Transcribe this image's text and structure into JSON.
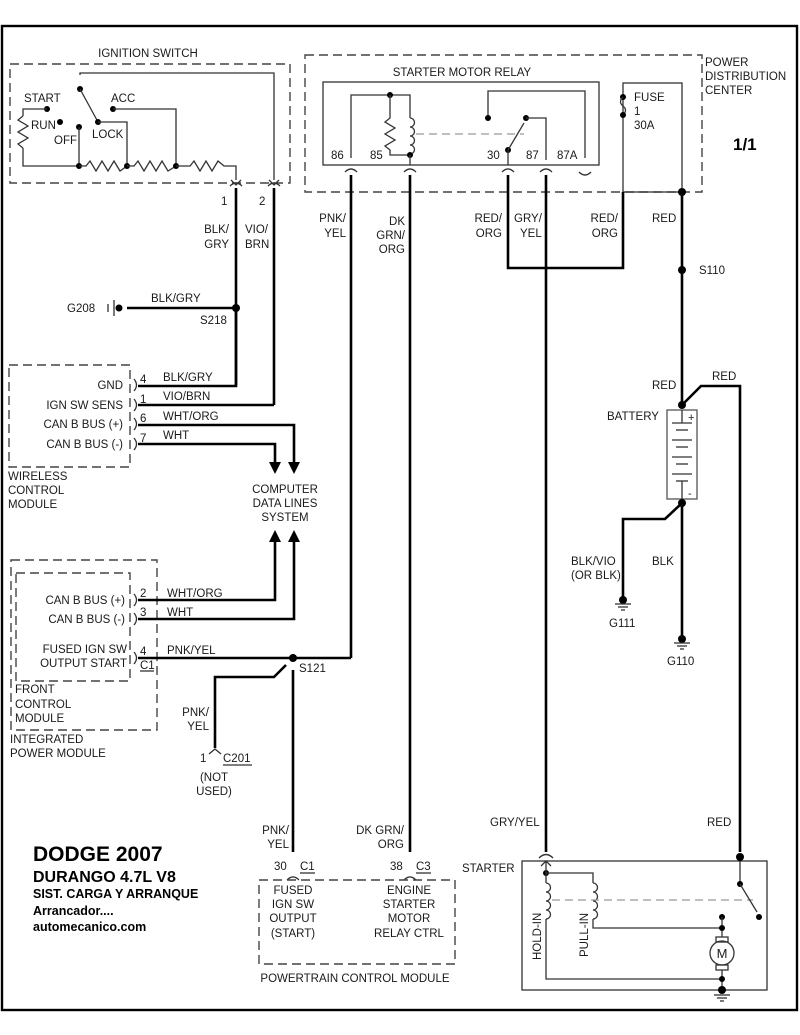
{
  "sheet": {
    "page": "1/1"
  },
  "title_block": {
    "make_year": "DODGE 2007",
    "model": "DURANGO  4.7L  V8",
    "system": "SIST. CARGA Y ARRANQUE",
    "subsystem": "Arrancador....",
    "website": "automecanico.com"
  },
  "ignition_switch": {
    "title": "IGNITION SWITCH",
    "positions": [
      "START",
      "RUN",
      "OFF",
      "LOCK",
      "ACC"
    ],
    "pins": [
      "1",
      "2"
    ]
  },
  "pdc": {
    "title_lines": [
      "POWER",
      "DISTRIBUTION",
      "CENTER"
    ],
    "relay_title": "STARTER MOTOR RELAY",
    "relay_pins": [
      "86",
      "85",
      "30",
      "87",
      "87A"
    ],
    "fuse": [
      "FUSE",
      "1",
      "30A"
    ]
  },
  "wires": {
    "ign1": [
      "BLK/",
      "GRY"
    ],
    "ign2": [
      "VIO/",
      "BRN"
    ],
    "g208_wire": "BLK/GRY",
    "pin86": [
      "PNK/",
      "YEL"
    ],
    "pin85": [
      "DK",
      "GRN/",
      "ORG"
    ],
    "pin30": [
      "RED/",
      "ORG"
    ],
    "pin87": [
      "GRY/",
      "YEL"
    ],
    "fuse_out": [
      "RED/",
      "ORG"
    ],
    "pdc_red": "RED",
    "batt_red_in": "RED",
    "batt_red_out": "RED",
    "batt_neg_g111": [
      "BLK/VIO",
      "(OR BLK)"
    ],
    "batt_neg_g110": "BLK",
    "ifm_pnkyel": [
      "PNK/",
      "YEL"
    ],
    "pcm_c1": [
      "PNK/",
      "YEL"
    ],
    "pcm_c3": [
      "DK GRN/",
      "ORG"
    ],
    "starter_gryyel": "GRY/YEL",
    "starter_red": "RED"
  },
  "grounds": {
    "g208": "G208",
    "g111": "G111",
    "g110": "G110"
  },
  "splices": {
    "s218": "S218",
    "s110": "S110",
    "s121": "S121"
  },
  "wcm": {
    "title_lines": [
      "WIRELESS",
      "CONTROL",
      "MODULE"
    ],
    "rows": [
      {
        "label": "GND",
        "pin": "4",
        "wire": "BLK/GRY"
      },
      {
        "label": "IGN SW SENS",
        "pin": "1",
        "wire": "VIO/BRN"
      },
      {
        "label": "CAN B BUS (+)",
        "pin": "6",
        "wire": "WHT/ORG"
      },
      {
        "label": "CAN B BUS (-)",
        "pin": "7",
        "wire": "WHT"
      }
    ]
  },
  "data_lines": {
    "lines": [
      "COMPUTER",
      "DATA LINES",
      "SYSTEM"
    ]
  },
  "fcm": {
    "title_lines": [
      "FRONT",
      "CONTROL",
      "MODULE"
    ],
    "ipm_lines": [
      "INTEGRATED",
      "POWER MODULE"
    ],
    "rows": [
      {
        "label": "CAN B BUS (+)",
        "pin": "2",
        "wire": "WHT/ORG"
      },
      {
        "label": "CAN B BUS (-)",
        "pin": "3",
        "wire": "WHT"
      },
      {
        "label": [
          "FUSED IGN SW",
          "OUTPUT START"
        ],
        "pin": "4",
        "connector": "C1",
        "wire": "PNK/YEL"
      }
    ]
  },
  "c201": {
    "pin": "1",
    "connector": "C201",
    "note": [
      "(NOT",
      "USED)"
    ]
  },
  "battery": {
    "label": "BATTERY",
    "pos": "+",
    "neg": "-"
  },
  "pcm": {
    "title": "POWERTRAIN CONTROL MODULE",
    "c1": {
      "pin": "30",
      "connector": "C1",
      "lines": [
        "FUSED",
        "IGN SW",
        "OUTPUT",
        "(START)"
      ]
    },
    "c3": {
      "pin": "38",
      "connector": "C3",
      "lines": [
        "ENGINE",
        "STARTER",
        "MOTOR",
        "RELAY CTRL"
      ]
    }
  },
  "starter": {
    "label": "STARTER",
    "hold_in": "HOLD-IN",
    "pull_in": "PULL-IN",
    "motor": "M"
  }
}
